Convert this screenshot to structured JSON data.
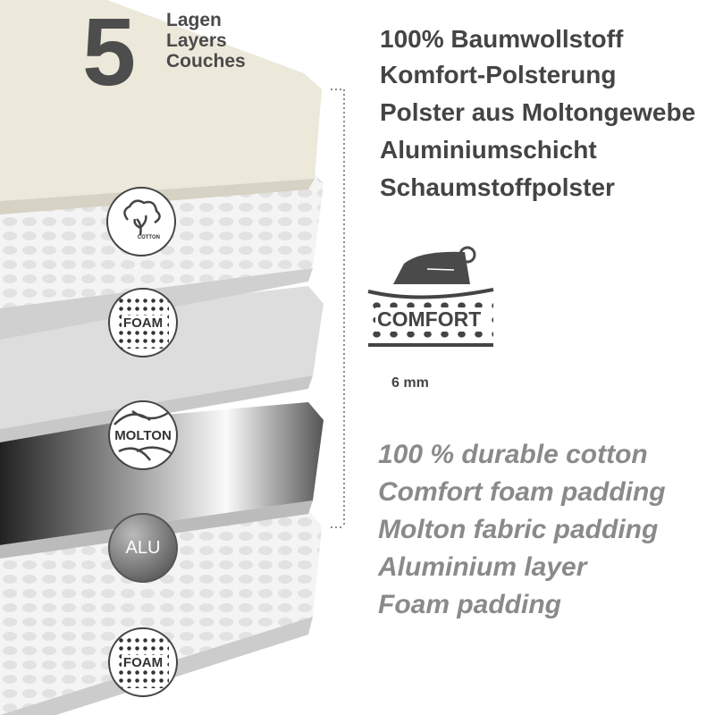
{
  "header": {
    "count": "5",
    "layers_de": "Lagen",
    "layers_en": "Layers",
    "layers_fr": "Couches"
  },
  "german": [
    "100% Baumwollstoff",
    "Komfort-Polsterung",
    "Polster aus Moltongewebe",
    "Aluminiumschicht",
    "Schaumstoffpolster"
  ],
  "english": [
    "100 % durable cotton",
    "Comfort foam padding",
    "Molton fabric padding",
    "Aluminium layer",
    "Foam padding"
  ],
  "comfort": {
    "label": "COMFORT",
    "thickness": "6 mm"
  },
  "icons": {
    "cotton": "COTTON",
    "foam": "FOAM",
    "molton": "MOLTON",
    "alu": "ALU",
    "foam2": "FOAM"
  }
}
